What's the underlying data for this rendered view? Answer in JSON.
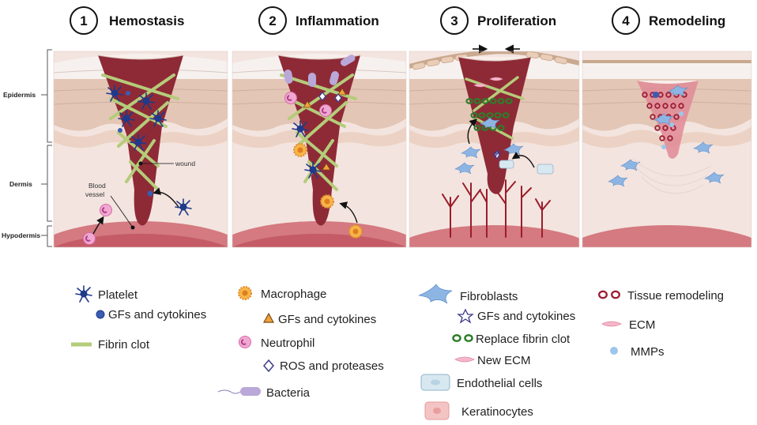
{
  "stages": [
    {
      "number": "1",
      "title": "Hemostasis"
    },
    {
      "number": "2",
      "title": "Inflammation"
    },
    {
      "number": "3",
      "title": "Proliferation"
    },
    {
      "number": "4",
      "title": "Remodeling"
    }
  ],
  "layers": {
    "epidermis": "Epidermis",
    "dermis": "Dermis",
    "hypodermis": "Hypodermis"
  },
  "annotations": {
    "wound": "wound",
    "blood_vessel_line1": "Blood",
    "blood_vessel_line2": "vessel"
  },
  "legend": {
    "platelet": "Platelet",
    "platelet_gfs": "GFs and cytokines",
    "fibrin_clot": "Fibrin clot",
    "macrophage": "Macrophage",
    "macrophage_gfs": "GFs and cytokines",
    "neutrophil": "Neutrophil",
    "ros": "ROS and proteases",
    "bacteria": "Bacteria",
    "fibroblasts": "Fibroblasts",
    "fibroblast_gfs": "GFs and cytokines",
    "replace_fibrin": "Replace fibrin clot",
    "new_ecm": "New ECM",
    "endothelial": "Endothelial cells",
    "keratinocytes": "Keratinocytes",
    "tissue_remodeling": "Tissue remodeling",
    "ecm": "ECM",
    "mmps": "MMPs"
  },
  "colors": {
    "platelet": "#1f3a8a",
    "fibrin": "#b5cc7a",
    "macrophage": "#f2a23c",
    "neutrophil": "#e07ab8",
    "bacteria": "#b9a8d8",
    "fibroblast": "#7fa8dc",
    "wound": "#8e2a36",
    "skin": "#f1ddd8",
    "epidermis": "#e6cdbd",
    "vessel": "#c75b66",
    "remodel": "#9b1d35"
  }
}
